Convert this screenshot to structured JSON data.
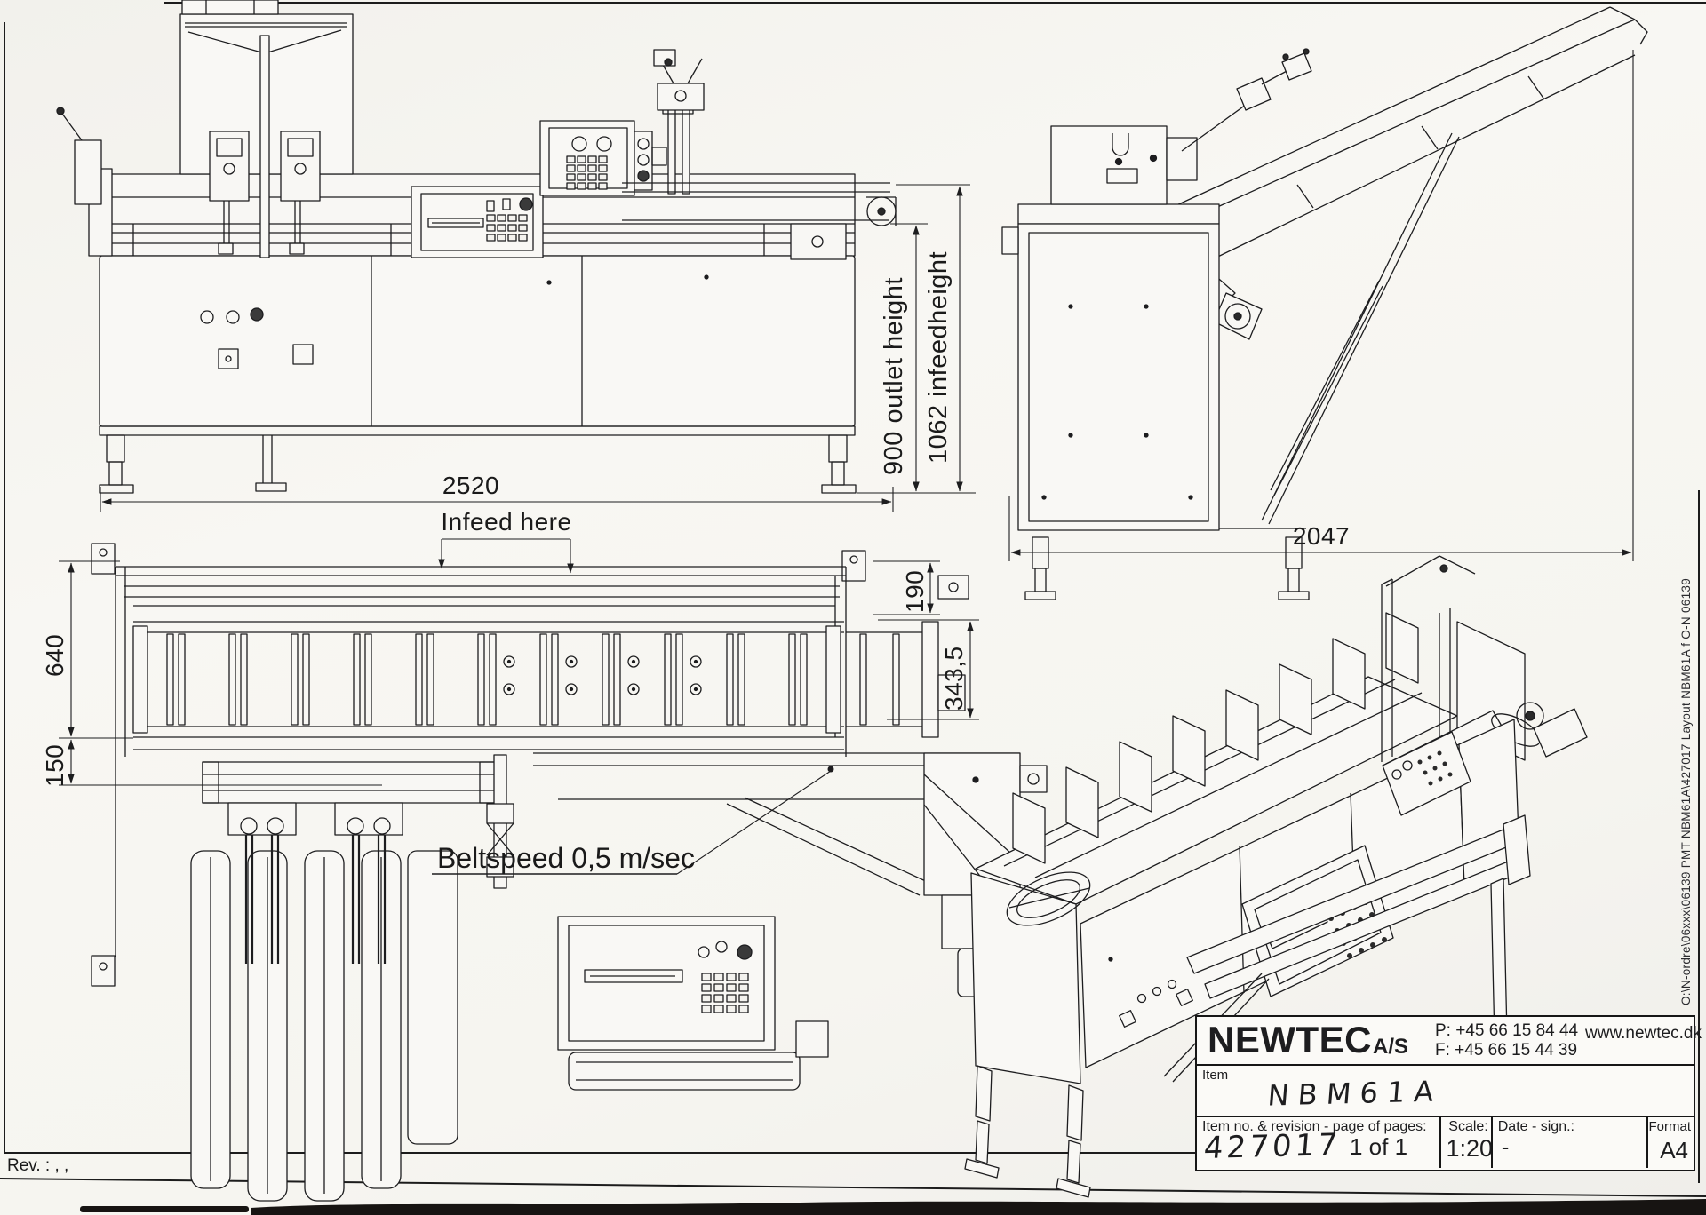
{
  "page": {
    "paper_color": "#f6f5f1",
    "line_color": "#1d1d1f"
  },
  "views": {
    "front_elevation": {
      "dims": {
        "outlet_height": "900 outlet height",
        "infeed_height": "1062 infeedheight",
        "overall_length": "2520"
      }
    },
    "end_elevation": {
      "dims": {
        "overall_depth": "2047"
      }
    },
    "plan_view": {
      "labels": {
        "infeed": "Infeed here",
        "beltspeed": "Beltspeed 0,5 m/sec"
      },
      "dims": {
        "magazine_length": "640",
        "magazine_offset": "150",
        "belt_width": "190",
        "outfeed_width": "343,5"
      }
    }
  },
  "title_block": {
    "company": "NEWTEC",
    "company_suffix": "A/S",
    "phone": "P: +45 66 15 84 44",
    "fax": "F: +45 66 15 44 39",
    "website": "www.newtec.dk",
    "item_label": "Item",
    "item_value": "NBM61A",
    "item_no_label": "Item no. & revision - page of pages:",
    "item_no_value": "427017",
    "pages_value": "1 of 1",
    "scale_label": "Scale:",
    "scale_value": "1:20",
    "date_label": "Date - sign.:",
    "date_value": "-",
    "format_label": "Format",
    "format_value": "A4"
  },
  "margin_notes": {
    "file_path": "O:\\N-ordre\\06xxx\\06139 PMT NBM61A\\427017 Layout NBM61A f O-N 06139",
    "revision": "Rev. : , ,"
  }
}
